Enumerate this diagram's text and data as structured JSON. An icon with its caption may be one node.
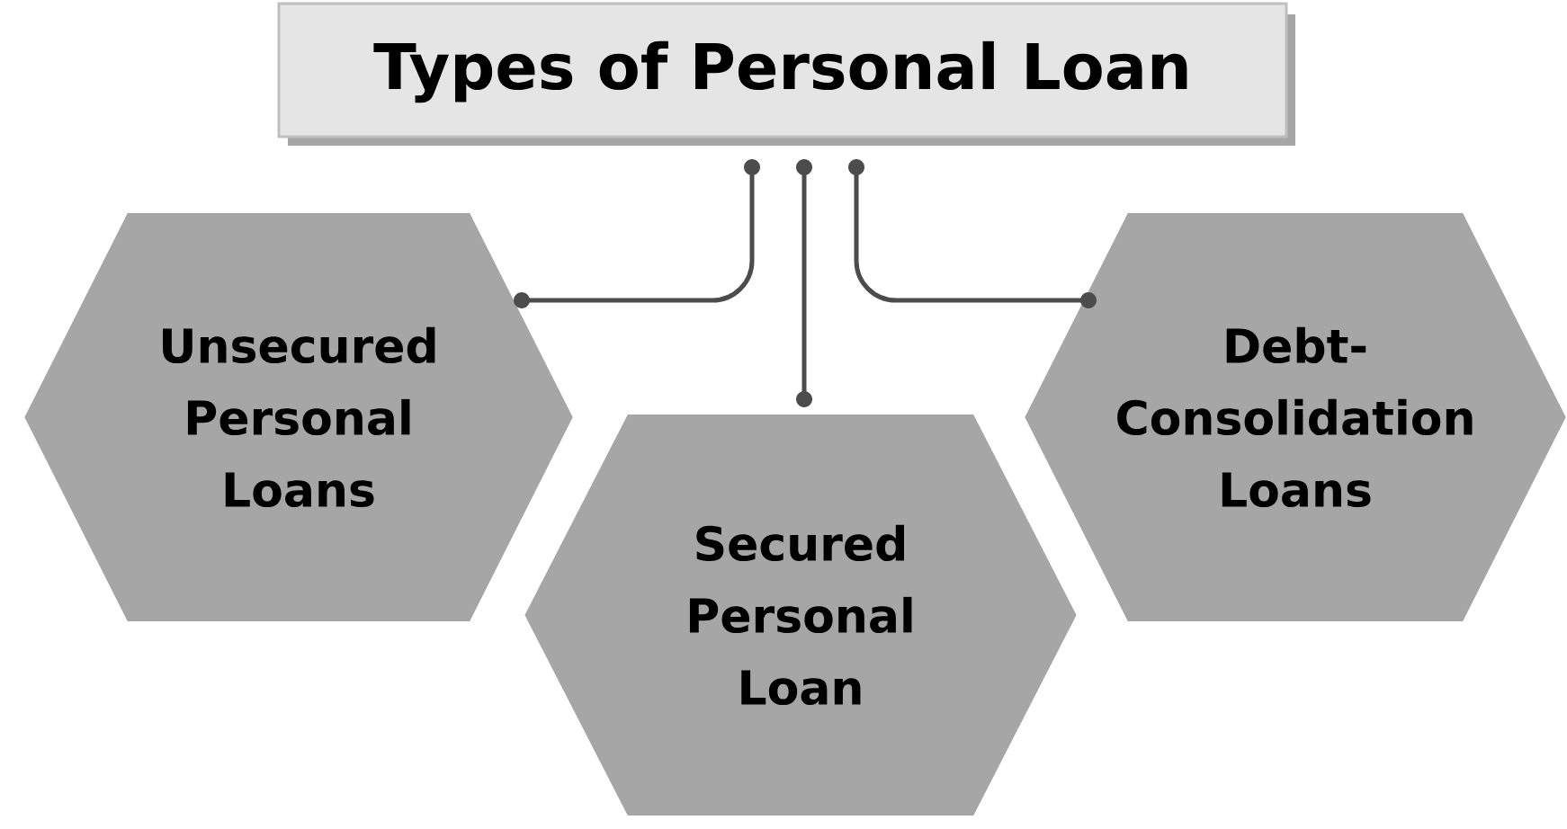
{
  "diagram": {
    "title": "Types of Personal Loan",
    "nodes": [
      {
        "text": [
          "Unsecured Personal Loans"
        ]
      },
      {
        "text": [
          "Secured Personal Loan"
        ]
      },
      {
        "text": [
          "Debt- Consolidation Loans"
        ]
      }
    ],
    "edges": [
      {
        "from": null,
        "to": 0,
        "arrow": "other"
      },
      {
        "from": null,
        "to": 1,
        "arrow": "other"
      },
      {
        "from": null,
        "to": 2,
        "arrow": "other"
      }
    ]
  }
}
